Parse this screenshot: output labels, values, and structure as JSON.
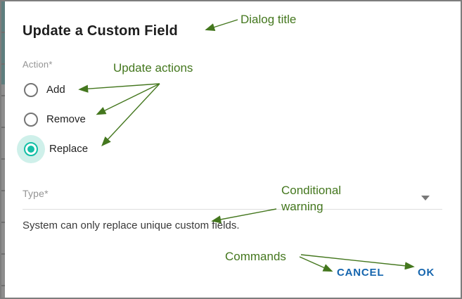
{
  "dialog": {
    "title": "Update a Custom Field",
    "action_group": {
      "label": "Action*",
      "options": [
        {
          "label": "Add",
          "selected": false
        },
        {
          "label": "Remove",
          "selected": false
        },
        {
          "label": "Replace",
          "selected": true
        }
      ]
    },
    "type_field": {
      "label": "Type*",
      "value": "",
      "caret_icon": "caret-down-icon"
    },
    "warning": "System can only replace unique custom fields.",
    "buttons": {
      "cancel": "CANCEL",
      "ok": "OK"
    }
  },
  "annotations": {
    "dialog_title": "Dialog title",
    "update_actions": "Update actions",
    "conditional_warning": "Conditional warning",
    "commands": "Commands"
  },
  "colors": {
    "annotation_green": "#44771e",
    "button_blue": "#1565ae",
    "radio_selected_teal": "#14bfa6",
    "radio_halo_teal": "#cff0ea",
    "radio_unselected_gray": "#757575",
    "label_gray": "#949494",
    "title_text": "#1e1e1e",
    "frame_border": "#7d7d7d"
  }
}
